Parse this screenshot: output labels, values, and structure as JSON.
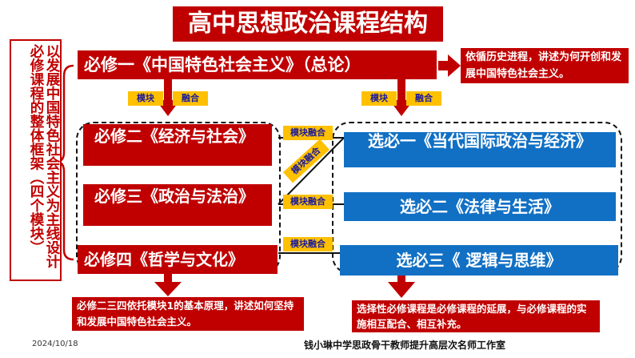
{
  "title": "高中思想政治课程结构",
  "side_text": "以发展中国特色社会主义为主线设计必修课程的整体框架（四个模块）",
  "bixiu1": "必修一《中国特色社会主义》（总论）",
  "note_top_right": "依循历史进程，讲述为何开创和发展中国特色社会主义。",
  "module_label": "模块",
  "merge_label": "融合",
  "module_merge": "模块融合",
  "bixiu2": "必修二《经济与社会》",
  "bixiu3": "必修三《政治与法治》",
  "bixiu4": "必修四《哲学与文化》",
  "xuanbi1": "选必一《当代国际政治与经济》",
  "xuanbi2": "选必二《法律与生活》",
  "xuanbi3": "选必三《 逻辑与思维》",
  "note_bottom_left": "必修二三四依托模块1的基本原理，讲述如何坚持和发展中国特色社会主义。",
  "note_bottom_right": "选择性必修课程是必修课程的延展，与必修课程的实施相互配合、相互补充。",
  "date": "2024/10/18",
  "footer": "钱小琳中学思政骨干教师提升高层次名师工作室"
}
